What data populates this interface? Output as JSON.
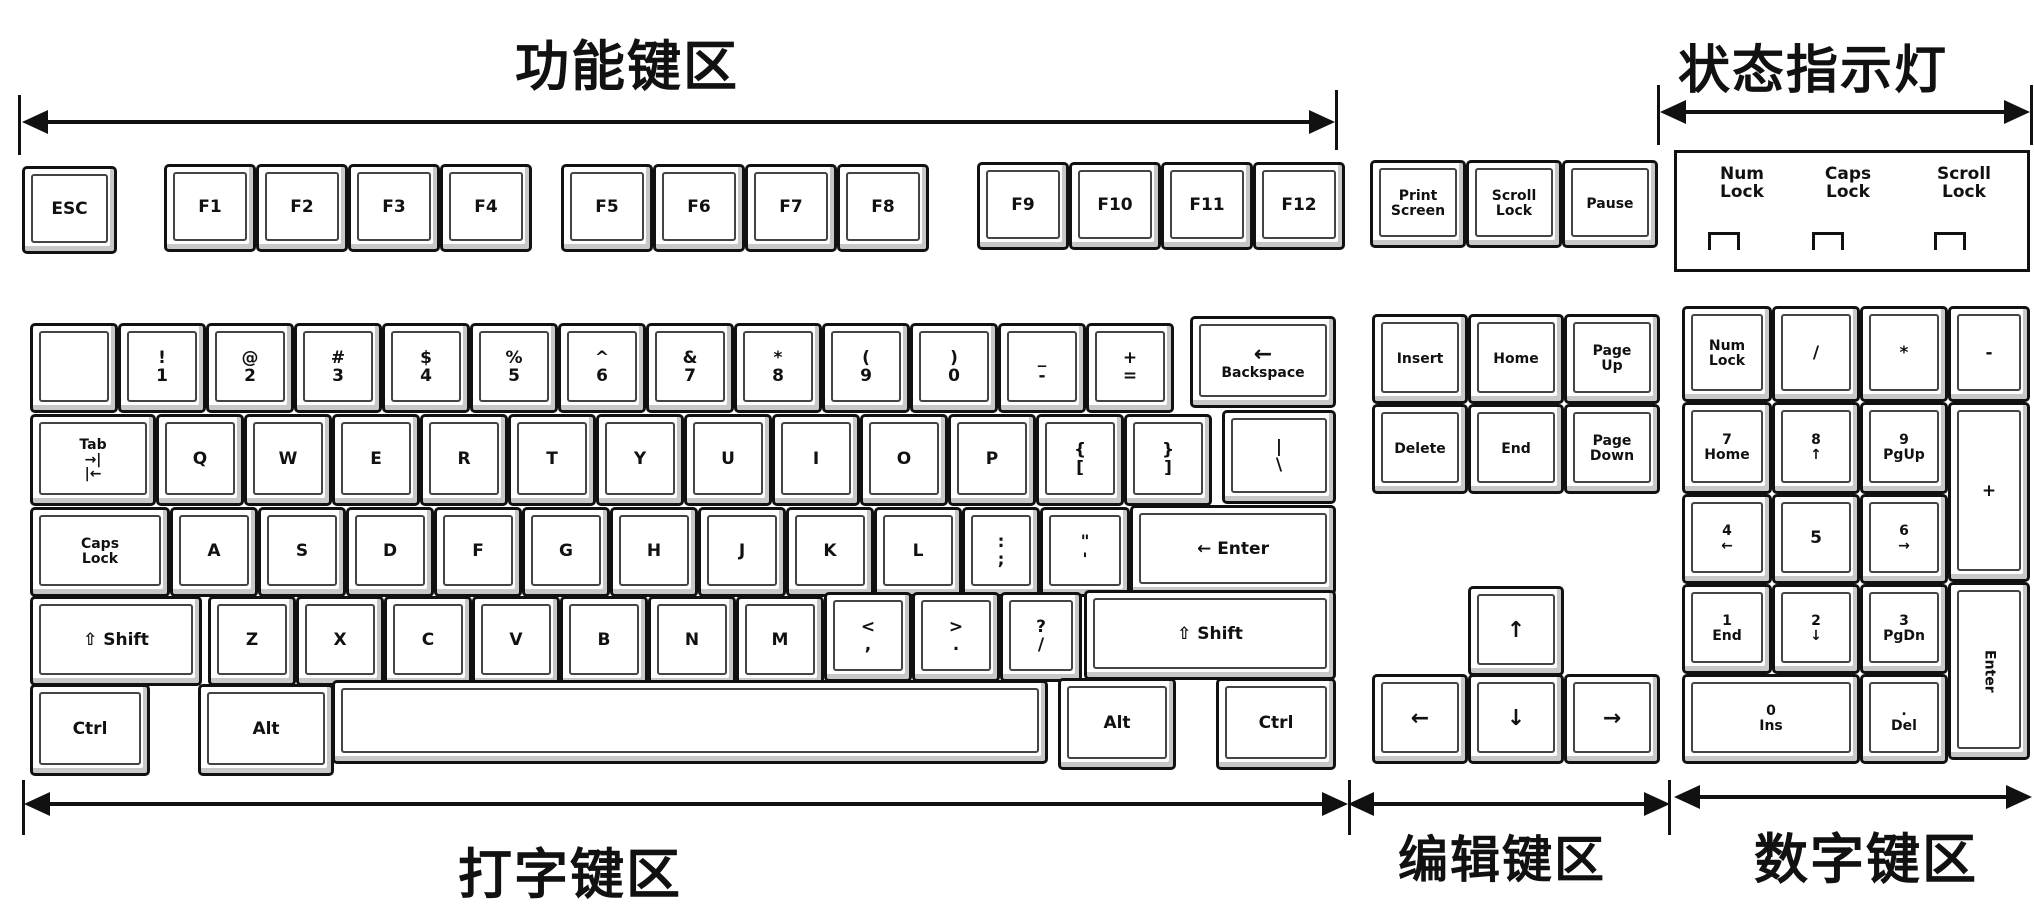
{
  "regions": {
    "function": "功能键区",
    "indicator": "状态指示灯",
    "typing": "打字键区",
    "editing": "编辑键区",
    "numeric": "数字键区"
  },
  "function_keys": [
    "ESC",
    "F1",
    "F2",
    "F3",
    "F4",
    "F5",
    "F6",
    "F7",
    "F8",
    "F9",
    "F10",
    "F11",
    "F12"
  ],
  "system_keys": [
    [
      "Print",
      "Screen"
    ],
    [
      "Scroll",
      "Lock"
    ],
    [
      "Pause"
    ]
  ],
  "indicators": [
    [
      "Num",
      "Lock"
    ],
    [
      "Caps",
      "Lock"
    ],
    [
      "Scroll",
      "Lock"
    ]
  ],
  "typing": {
    "row1": [
      [
        "",
        ""
      ],
      [
        "!",
        "1"
      ],
      [
        "@",
        "2"
      ],
      [
        "#",
        "3"
      ],
      [
        "$",
        "4"
      ],
      [
        "%",
        "5"
      ],
      [
        "^",
        "6"
      ],
      [
        "&",
        "7"
      ],
      [
        "*",
        "8"
      ],
      [
        "(",
        "9"
      ],
      [
        ")",
        "0"
      ],
      [
        "_",
        "-"
      ],
      [
        "+",
        "="
      ]
    ],
    "backspace": [
      "←",
      "Backspace"
    ],
    "tab": [
      "Tab",
      "→|",
      "|←"
    ],
    "row2": [
      "Q",
      "W",
      "E",
      "R",
      "T",
      "Y",
      "U",
      "I",
      "O",
      "P"
    ],
    "row2_brackets": [
      [
        "{",
        "["
      ],
      [
        "}",
        "]"
      ],
      [
        "|",
        "\\"
      ]
    ],
    "caps": [
      "Caps",
      "Lock"
    ],
    "row3": [
      "A",
      "S",
      "D",
      "F",
      "G",
      "H",
      "J",
      "K",
      "L"
    ],
    "row3_punct": [
      [
        ":",
        ";"
      ],
      [
        "\"",
        "'"
      ]
    ],
    "enter": "← Enter",
    "lshift": "⇧ Shift",
    "row4": [
      "Z",
      "X",
      "C",
      "V",
      "B",
      "N",
      "M"
    ],
    "row4_punct": [
      [
        "<",
        ","
      ],
      [
        ">",
        "."
      ],
      [
        "?",
        "/"
      ]
    ],
    "rshift": "⇧ Shift",
    "ctrl": "Ctrl",
    "alt": "Alt"
  },
  "editing": {
    "top": [
      [
        "Insert"
      ],
      [
        "Home"
      ],
      [
        "Page",
        "Up"
      ]
    ],
    "bottom": [
      [
        "Delete"
      ],
      [
        "End"
      ],
      [
        "Page",
        "Down"
      ]
    ],
    "arrows": {
      "up": "↑",
      "left": "←",
      "down": "↓",
      "right": "→"
    }
  },
  "numpad": {
    "row1": [
      [
        "Num",
        "Lock"
      ],
      [
        "/"
      ],
      [
        "*"
      ],
      [
        "-"
      ]
    ],
    "row2": [
      [
        "7",
        "Home"
      ],
      [
        "8",
        "↑"
      ],
      [
        "9",
        "PgUp"
      ]
    ],
    "plus": "+",
    "row3": [
      [
        "4",
        "←"
      ],
      [
        "5"
      ],
      [
        "6",
        "→"
      ]
    ],
    "row4": [
      [
        "1",
        "End"
      ],
      [
        "2",
        "↓"
      ],
      [
        "3",
        "PgDn"
      ]
    ],
    "enter": "Enter",
    "zero": [
      "0",
      "Ins"
    ],
    "dot": [
      ".",
      "Del"
    ]
  }
}
